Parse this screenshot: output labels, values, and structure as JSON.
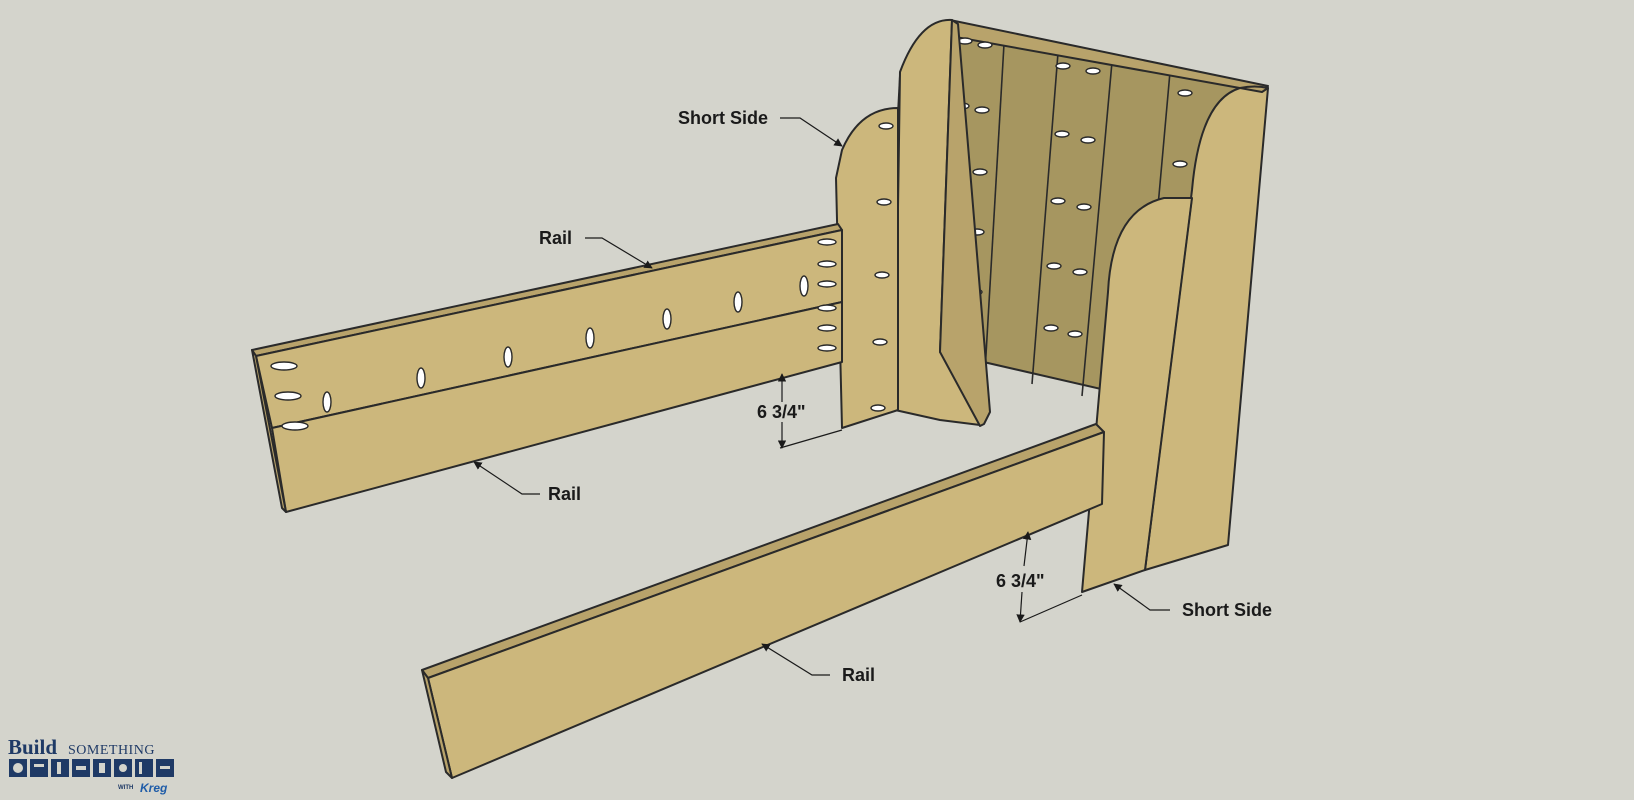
{
  "labels": {
    "short_side_top": "Short Side",
    "short_side_bottom": "Short Side",
    "rail_upper": "Rail",
    "rail_middle": "Rail",
    "rail_front": "Rail",
    "dimension_left": "6 3/4\"",
    "dimension_right": "6 3/4\""
  },
  "logo": {
    "build": "Build",
    "something": "SOMETHING",
    "with": "WITH",
    "brand": "Kreg"
  },
  "colors": {
    "background": "#d4d4cc",
    "wood_face": "#ccb77c",
    "wood_shade": "#a69660",
    "outline": "#2a2a2a"
  }
}
